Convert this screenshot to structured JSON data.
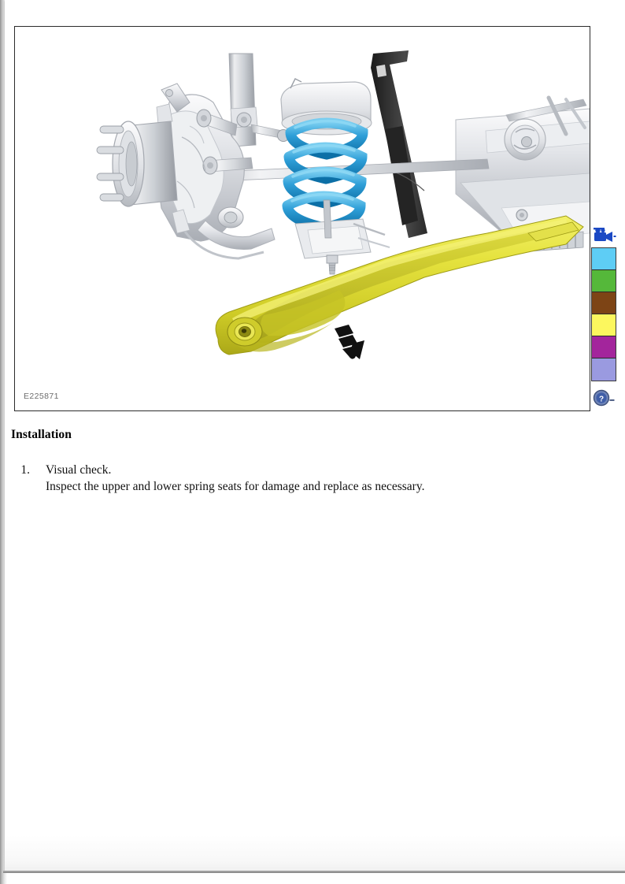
{
  "document": {
    "figure": {
      "id_label": "E225871",
      "caption_alt": "Front suspension assembly exploded view with lower control arm highlighted",
      "parts": [
        {
          "name": "wheel-hub-flange",
          "color": "#d9dade"
        },
        {
          "name": "steering-knuckle",
          "color": "#d2d4d8"
        },
        {
          "name": "coil-spring",
          "color": "#2f9fd8"
        },
        {
          "name": "shock-absorber",
          "color": "#cfd2d6"
        },
        {
          "name": "stabilizer-bar",
          "color": "#b9bcc1"
        },
        {
          "name": "lower-control-arm",
          "color": "#d8d832"
        },
        {
          "name": "subframe-bracket",
          "color": "#3a3a3a"
        },
        {
          "name": "motion-arrow",
          "color": "#111111"
        }
      ]
    },
    "heading": "Installation",
    "steps": [
      {
        "number": "1.",
        "lines": [
          "Visual check.",
          "Inspect the upper and lower spring seats for damage and replace as necessary."
        ]
      }
    ]
  },
  "palette_toolbar": {
    "camera_icon": "video-camera-icon",
    "help_icon": "help-question-icon",
    "swatches": [
      {
        "name": "swatch-cyan",
        "color": "#5ecdf5"
      },
      {
        "name": "swatch-green",
        "color": "#55b83a"
      },
      {
        "name": "swatch-brown",
        "color": "#7d4415"
      },
      {
        "name": "swatch-yellow",
        "color": "#fcf75e"
      },
      {
        "name": "swatch-magenta",
        "color": "#a3259c"
      },
      {
        "name": "swatch-periwinkle",
        "color": "#9a9ae0"
      }
    ]
  }
}
